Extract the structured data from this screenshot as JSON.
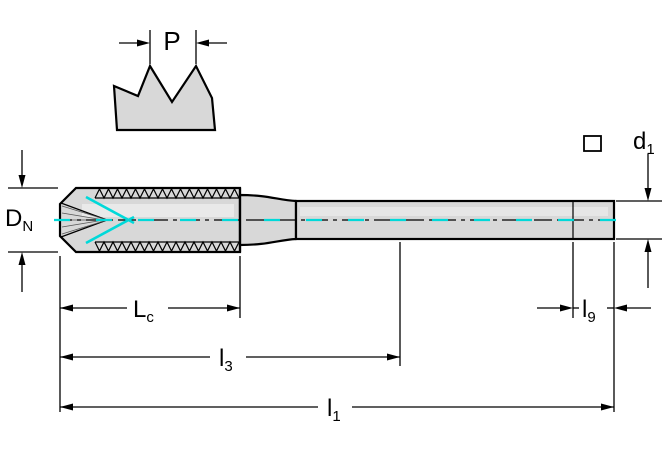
{
  "diagram": {
    "colors": {
      "highlight": "#00d9d9",
      "body_fill": "#d8d8d8"
    },
    "labels": {
      "pitch": {
        "main": "P"
      },
      "nominal_diameter": {
        "main": "D",
        "sub": "N"
      },
      "shank_diameter": {
        "main": "d",
        "sub": "1"
      },
      "thread_length": {
        "main": "L",
        "sub": "c"
      },
      "length_l3": {
        "main": "l",
        "sub": "3"
      },
      "square_length": {
        "main": "l",
        "sub": "9"
      },
      "overall_length": {
        "main": "l",
        "sub": "1"
      }
    }
  }
}
